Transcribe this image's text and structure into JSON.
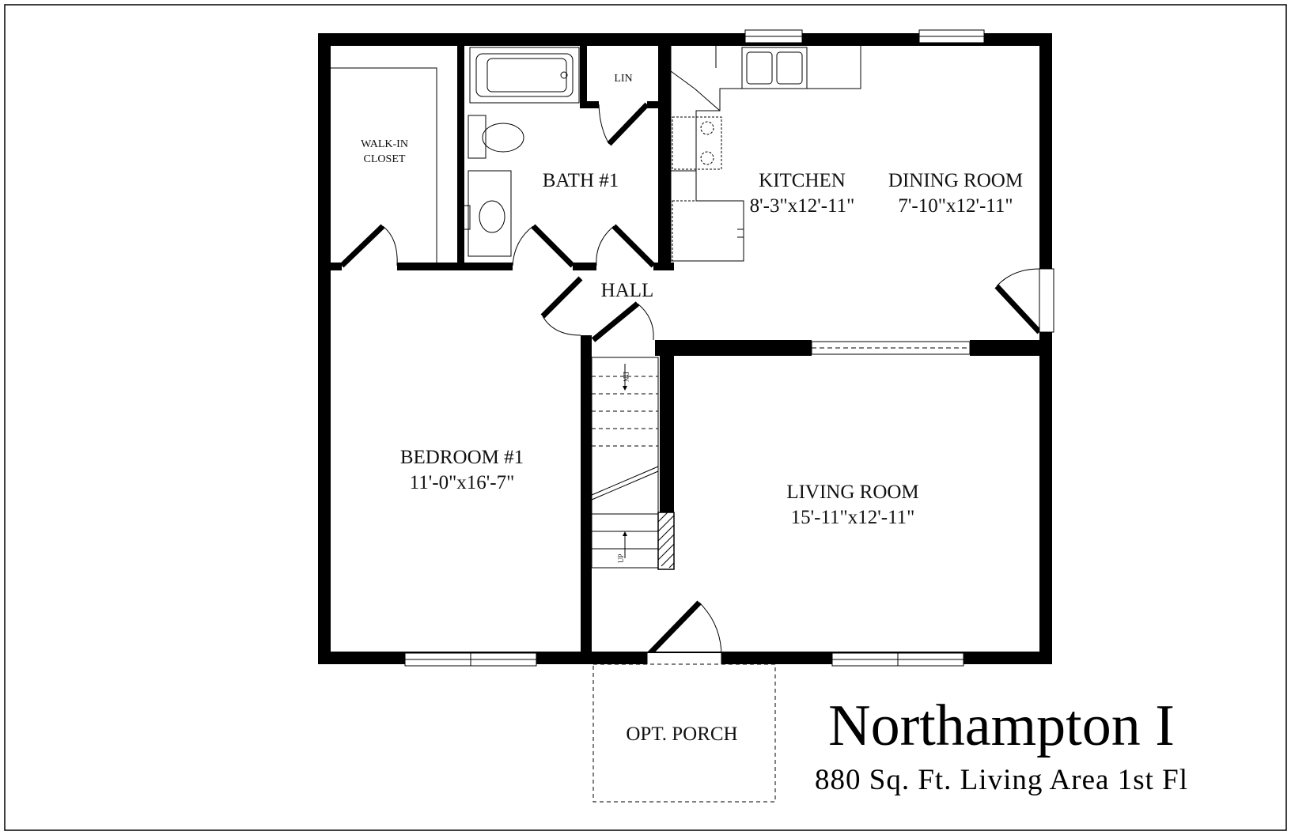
{
  "title": "Northampton I",
  "subtitle": "880 Sq. Ft. Living Area 1st Fl",
  "rooms": {
    "walk_in_closet": {
      "line1": "WALK-IN",
      "line2": "CLOSET"
    },
    "lin": {
      "name": "LIN"
    },
    "bath": {
      "name": "BATH #1"
    },
    "kitchen": {
      "name": "KITCHEN",
      "size": "8'-3\"x12'-11\""
    },
    "dining": {
      "name": "DINING ROOM",
      "size": "7'-10\"x12'-11\""
    },
    "hall": {
      "name": "HALL"
    },
    "bedroom": {
      "name": "BEDROOM #1",
      "size": "11'-0\"x16'-7\""
    },
    "living": {
      "name": "LIVING ROOM",
      "size": "15'-11\"x12'-11\""
    },
    "porch": {
      "name": "OPT. PORCH"
    }
  },
  "stairs": {
    "down": "DN",
    "up": "UP"
  }
}
